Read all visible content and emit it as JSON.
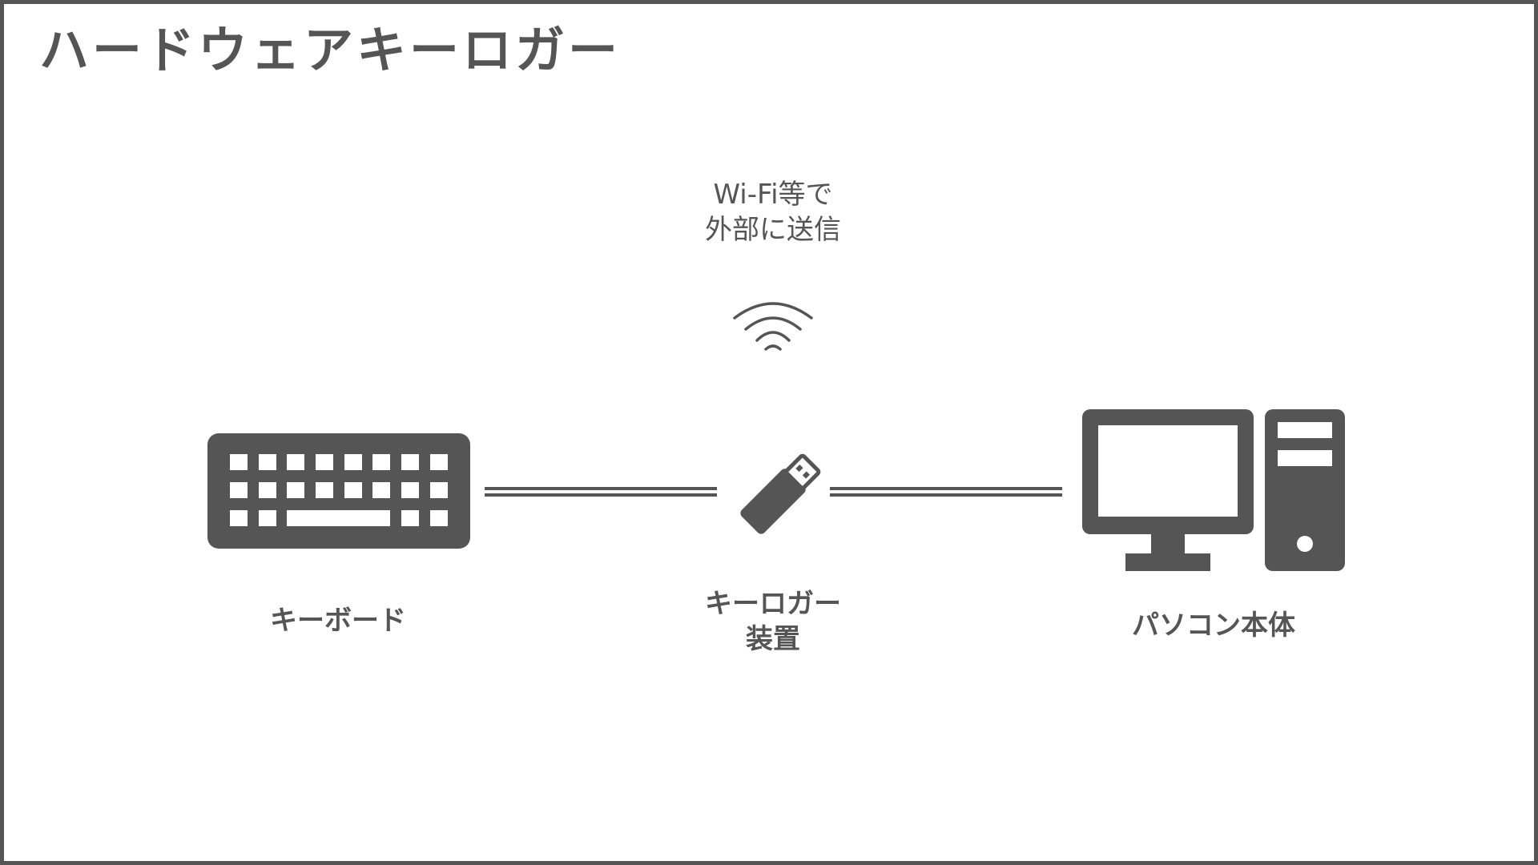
{
  "title": "ハードウェアキーロガー",
  "nodes": {
    "keyboard": {
      "label": "キーボード",
      "icon": "keyboard-icon"
    },
    "logger": {
      "label_line1": "キーロガー",
      "label_line2": "装置",
      "icon": "usb-stick-icon"
    },
    "pc": {
      "label": "パソコン本体",
      "icon": "desktop-pc-icon"
    }
  },
  "wireless": {
    "label_line1": "Wi-Fi等で",
    "label_line2": "外部に送信",
    "icon": "wifi-signal-icon"
  },
  "colors": {
    "foreground": "#555555",
    "background": "#ffffff"
  }
}
